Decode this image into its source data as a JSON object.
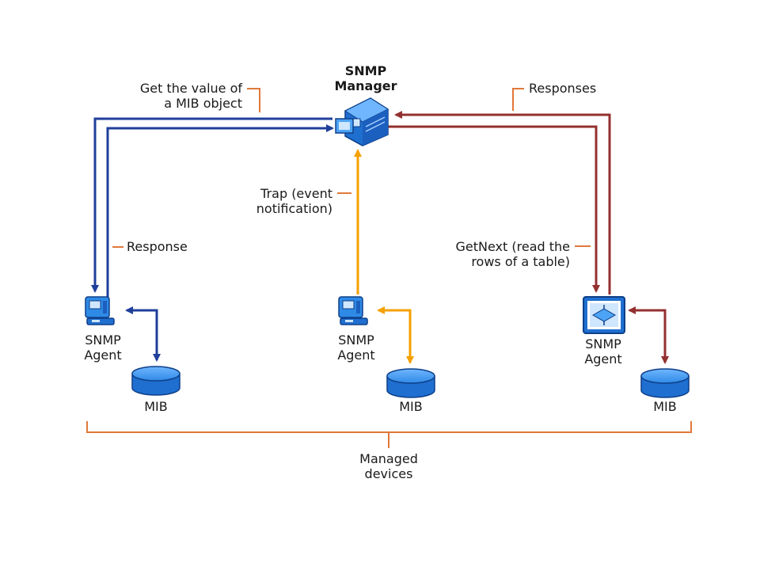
{
  "manager": {
    "line1": "SNMP",
    "line2": "Manager"
  },
  "agents": [
    {
      "line1": "SNMP",
      "line2": "Agent"
    },
    {
      "line1": "SNMP",
      "line2": "Agent"
    },
    {
      "line1": "SNMP",
      "line2": "Agent"
    }
  ],
  "mibs": [
    "MIB",
    "MIB",
    "MIB"
  ],
  "callouts": {
    "get": {
      "line1": "Get the value of",
      "line2": "a MIB object"
    },
    "response": {
      "line1": "Response"
    },
    "trap": {
      "line1": "Trap (event",
      "line2": "notification)"
    },
    "responses": {
      "line1": "Responses"
    },
    "getnext": {
      "line1": "GetNext (read the",
      "line2": "rows of a table)"
    }
  },
  "managed_devices": {
    "line1": "Managed",
    "line2": "devices"
  },
  "colors": {
    "blue_flow": "#1f3f9a",
    "orange_flow": "#f5a000",
    "red_flow": "#943030",
    "callout_line": "#e0783a",
    "device_blue": "#1f7ad9"
  }
}
